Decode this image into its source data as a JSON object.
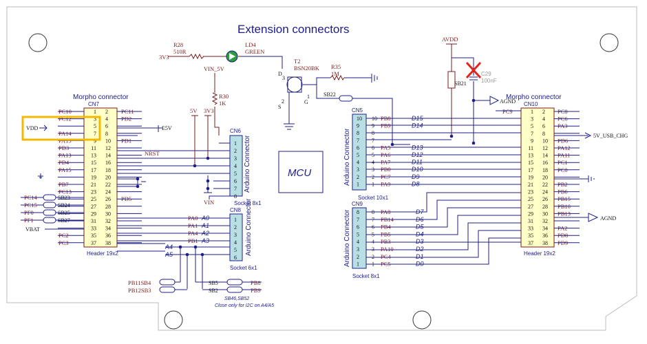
{
  "title": "Extension connectors",
  "mcu_label": "MCU",
  "morpho_left": {
    "title": "Morpho connector",
    "ref": "CN7",
    "footer": "Header 19x2",
    "rows": [
      {
        "l": "PC10",
        "a": "1",
        "b": "2",
        "r": "PC11"
      },
      {
        "l": "PC12",
        "a": "3",
        "b": "4",
        "r": "PD2"
      },
      {
        "l": "",
        "a": "5",
        "b": "6",
        "r": ""
      },
      {
        "l": "PA14",
        "a": "7",
        "b": "8",
        "r": ""
      },
      {
        "l": "PA15",
        "a": "9",
        "b": "10",
        "r": "PD1"
      },
      {
        "l": "PD3",
        "a": "11",
        "b": "12",
        "r": ""
      },
      {
        "l": "PA13",
        "a": "13",
        "b": "14",
        "r": ""
      },
      {
        "l": "PD4",
        "a": "15",
        "b": "16",
        "r": ""
      },
      {
        "l": "PA15",
        "a": "17",
        "b": "18",
        "r": ""
      },
      {
        "l": "",
        "a": "19",
        "b": "20",
        "r": ""
      },
      {
        "l": "PB7",
        "a": "21",
        "b": "22",
        "r": ""
      },
      {
        "l": "PC13",
        "a": "23",
        "b": "24",
        "r": ""
      },
      {
        "l": "",
        "a": "25",
        "b": "26",
        "r": "PD5"
      },
      {
        "l": "",
        "a": "27",
        "b": "28",
        "r": ""
      },
      {
        "l": "",
        "a": "29",
        "b": "30",
        "r": ""
      },
      {
        "l": "",
        "a": "31",
        "b": "32",
        "r": ""
      },
      {
        "l": "",
        "a": "33",
        "b": "34",
        "r": ""
      },
      {
        "l": "PC2",
        "a": "35",
        "b": "36",
        "r": ""
      },
      {
        "l": "PC3",
        "a": "37",
        "b": "38",
        "r": ""
      }
    ]
  },
  "morpho_right": {
    "title": "Morpho connector",
    "ref": "CN10",
    "footer": "Header 19x2",
    "rows": [
      {
        "l": "PC9",
        "a": "1",
        "b": "2",
        "r": "PC8"
      },
      {
        "l": "",
        "a": "3",
        "b": "4",
        "r": "PC6"
      },
      {
        "l": "",
        "a": "5",
        "b": "6",
        "r": "PA3"
      },
      {
        "l": "",
        "a": "7",
        "b": "8",
        "r": ""
      },
      {
        "l": "",
        "a": "9",
        "b": "10",
        "r": "PD6"
      },
      {
        "l": "",
        "a": "11",
        "b": "12",
        "r": "PA12"
      },
      {
        "l": "",
        "a": "13",
        "b": "14",
        "r": "PA11"
      },
      {
        "l": "",
        "a": "15",
        "b": "16",
        "r": "PC1"
      },
      {
        "l": "",
        "a": "17",
        "b": "18",
        "r": "PC0"
      },
      {
        "l": "",
        "a": "19",
        "b": "20",
        "r": ""
      },
      {
        "l": "",
        "a": "21",
        "b": "22",
        "r": "PB2"
      },
      {
        "l": "",
        "a": "23",
        "b": "24",
        "r": "PB6"
      },
      {
        "l": "",
        "a": "25",
        "b": "26",
        "r": "PB15"
      },
      {
        "l": "",
        "a": "27",
        "b": "28",
        "r": "PB10"
      },
      {
        "l": "",
        "a": "29",
        "b": "30",
        "r": "PB13"
      },
      {
        "l": "",
        "a": "31",
        "b": "32",
        "r": ""
      },
      {
        "l": "",
        "a": "33",
        "b": "34",
        "r": "PA2"
      },
      {
        "l": "",
        "a": "35",
        "b": "36",
        "r": "PD8"
      },
      {
        "l": "",
        "a": "37",
        "b": "38",
        "r": "PD9"
      }
    ]
  },
  "left_side_labels": {
    "vdd": "VDD",
    "e5v": "E5V",
    "nrst": "NRST",
    "vbat": "VBAT",
    "pc14": "PC14",
    "pc15": "PC15",
    "pf0": "PF0",
    "pf1": "PF1",
    "sb23": "SB23",
    "sb24": "SB24",
    "sb25": "SB25",
    "sb27": "SB27"
  },
  "cn6": {
    "ref": "CN6",
    "name": "Arduino Connector",
    "footer": "Socket 8x1",
    "pins": [
      "1",
      "2",
      "3",
      "4",
      "5",
      "6",
      "7",
      "8"
    ]
  },
  "cn8": {
    "ref": "CN8",
    "name": "Arduino Connector",
    "footer": "Socket 6x1",
    "pins": [
      "1",
      "2",
      "3",
      "4",
      "5",
      "6"
    ],
    "nets": [
      {
        "pin": "PA0",
        "a": "A0"
      },
      {
        "pin": "PA1",
        "a": "A1"
      },
      {
        "pin": "PA4",
        "a": "A2"
      },
      {
        "pin": "PB1",
        "a": "A3"
      }
    ],
    "a4": "A4",
    "a5": "A5"
  },
  "cn5": {
    "ref": "CN5",
    "name": "Arduino Connector",
    "footer": "Socket 10x1",
    "rows": [
      {
        "n": "10",
        "p": "PB8",
        "d": "D15"
      },
      {
        "n": "9",
        "p": "PB9",
        "d": "D14"
      },
      {
        "n": "8",
        "p": "",
        "d": ""
      },
      {
        "n": "7",
        "p": "",
        "d": ""
      },
      {
        "n": "6",
        "p": "PA5",
        "d": "D13"
      },
      {
        "n": "5",
        "p": "PA6",
        "d": "D12"
      },
      {
        "n": "4",
        "p": "PA7",
        "d": "D11"
      },
      {
        "n": "3",
        "p": "PB0",
        "d": "D10"
      },
      {
        "n": "2",
        "p": "PC7",
        "d": "D9"
      },
      {
        "n": "1",
        "p": "PA9",
        "d": "D8"
      }
    ]
  },
  "cn9": {
    "ref": "CN9",
    "name": "Arduino Connector",
    "footer": "Socket 8x1",
    "rows": [
      {
        "n": "8",
        "p": "PA8",
        "d": "D7"
      },
      {
        "n": "7",
        "p": "PB14",
        "d": "D6"
      },
      {
        "n": "6",
        "p": "PB4",
        "d": "D5"
      },
      {
        "n": "5",
        "p": "PB5",
        "d": "D4"
      },
      {
        "n": "4",
        "p": "PB3",
        "d": "D3"
      },
      {
        "n": "3",
        "p": "PA10",
        "d": "D2"
      },
      {
        "n": "2",
        "p": "PC4",
        "d": "D1"
      },
      {
        "n": "1",
        "p": "PC5",
        "d": "D0"
      }
    ]
  },
  "power": {
    "v3v3": "3V3",
    "v5v": "5V",
    "vin": "VIN",
    "vin_5v": "VIN_5V",
    "avdd": "AVDD",
    "agnd": "AGND",
    "usb_chg": "5V_USB_CHG"
  },
  "components": {
    "r28": "R28",
    "r28v": "510R",
    "ld4": "LD4",
    "ld4c": "GREEN",
    "t2": "T2",
    "t2p": "BSN20BK",
    "r35": "R35",
    "r35v": "1M",
    "r30": "R30",
    "r30v": "1K",
    "sb22": "SB22",
    "sb21": "SB21",
    "c29": "C29",
    "c29v": "100nF",
    "sb4": "PB11SB4",
    "sb3": "PB12SB3",
    "sb5": "SB5",
    "sb2": "SB2",
    "pb8": "PB8",
    "pb9": "PB9",
    "sbnote": "SB46,SB52",
    "close_note": "Close only for I2C on A4/A5",
    "t2_pins": {
      "d": "D",
      "g": "G",
      "s": "S",
      "one": "1",
      "two": "2",
      "three": "3"
    }
  },
  "highlight_color": "#f5b800",
  "wire_color": "#1c1c8a",
  "net_color": "#7a1a1a",
  "header_fill": "#ffffc8",
  "socket_fill": "#b8e0e4"
}
